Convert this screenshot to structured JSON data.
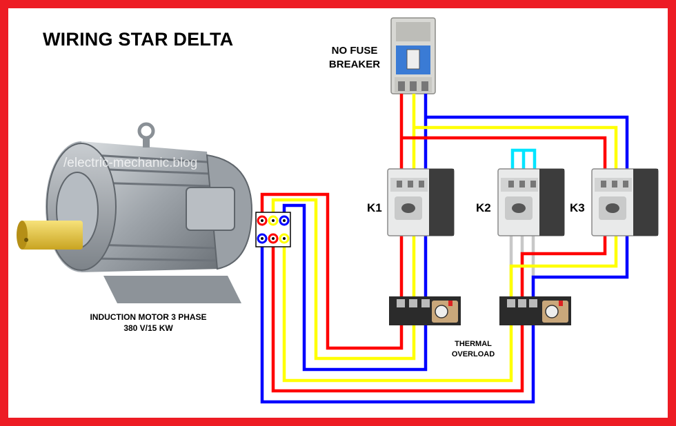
{
  "title": "WIRING STAR DELTA",
  "breaker": {
    "label_line1": "NO FUSE",
    "label_line2": "BREAKER"
  },
  "motor": {
    "label_line1": "INDUCTION MOTOR 3 PHASE",
    "label_line2": "380 V/15 KW"
  },
  "overload": {
    "label_line1": "THERMAL",
    "label_line2": "OVERLOAD"
  },
  "contactors": {
    "k1": "K1",
    "k2": "K2",
    "k3": "K3"
  },
  "watermark": "/electric-mechanic.blog",
  "colors": {
    "border": "#ed1c24",
    "background": "#ffffff",
    "phase_red": "#ff0000",
    "phase_yellow": "#ffff00",
    "phase_blue": "#0000ff",
    "star_bridge": "#00e5ff"
  }
}
